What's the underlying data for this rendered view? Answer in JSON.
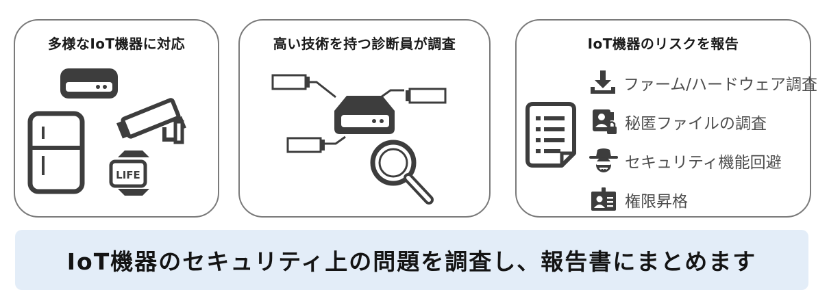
{
  "panels": [
    {
      "title": "多様なIoT機器に対応",
      "badge_text": "LIFE"
    },
    {
      "title": "高い技術を持つ診断員が調査"
    },
    {
      "title": "IoT機器のリスクを報告",
      "items": [
        {
          "label": "ファーム/ハードウェア調査",
          "icon": "download-tray-icon"
        },
        {
          "label": "秘匿ファイルの調査",
          "icon": "locked-user-file-icon"
        },
        {
          "label": "セキュリティ機能回避",
          "icon": "hacker-spy-icon"
        },
        {
          "label": "権限昇格",
          "icon": "id-badge-icon"
        }
      ]
    }
  ],
  "banner": {
    "text": "IoT機器のセキュリティ上の問題を調査し、報告書にまとめます"
  },
  "colors": {
    "icon": "#3d3d3d",
    "border": "#7a7a7a",
    "banner_bg": "#e3edf8"
  }
}
